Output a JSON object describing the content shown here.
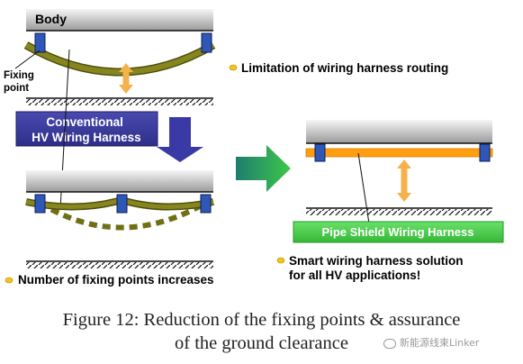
{
  "labels": {
    "body": "Body",
    "fixing_point": [
      "Fixing",
      "point"
    ],
    "conventional": [
      "Conventional",
      "HV Wiring Harness"
    ],
    "pipe_shield": "Pipe Shield Wiring Harness",
    "limitation": "Limitation of wiring harness routing",
    "fixing_increase": "Number of fixing points increases",
    "smart_solution": [
      "Smart wiring harness solution",
      "for all HV applications!"
    ]
  },
  "caption": [
    "Figure 12: Reduction of the fixing points & assurance",
    "of the ground clearance"
  ],
  "watermark": "新能源线束Linker",
  "colors": {
    "body_gradient": [
      "#f4f4f4",
      "#9a9a9a"
    ],
    "conventional_harness": "#7a7a1c",
    "conventional_harness_dark": "#4f4f0e",
    "clip": "#2f57b8",
    "clearance_arrow": "#f5b14c",
    "conventional_label_bg": "#3c3c9e",
    "down_arrow": "#3a3aa6",
    "right_arrow": [
      "#1e7d6e",
      "#3ec84a"
    ],
    "pipe_shield_harness": "#ff9e0e",
    "pipe_shield_label_bg": "#4fd24f",
    "bullet": "#f5c518"
  }
}
